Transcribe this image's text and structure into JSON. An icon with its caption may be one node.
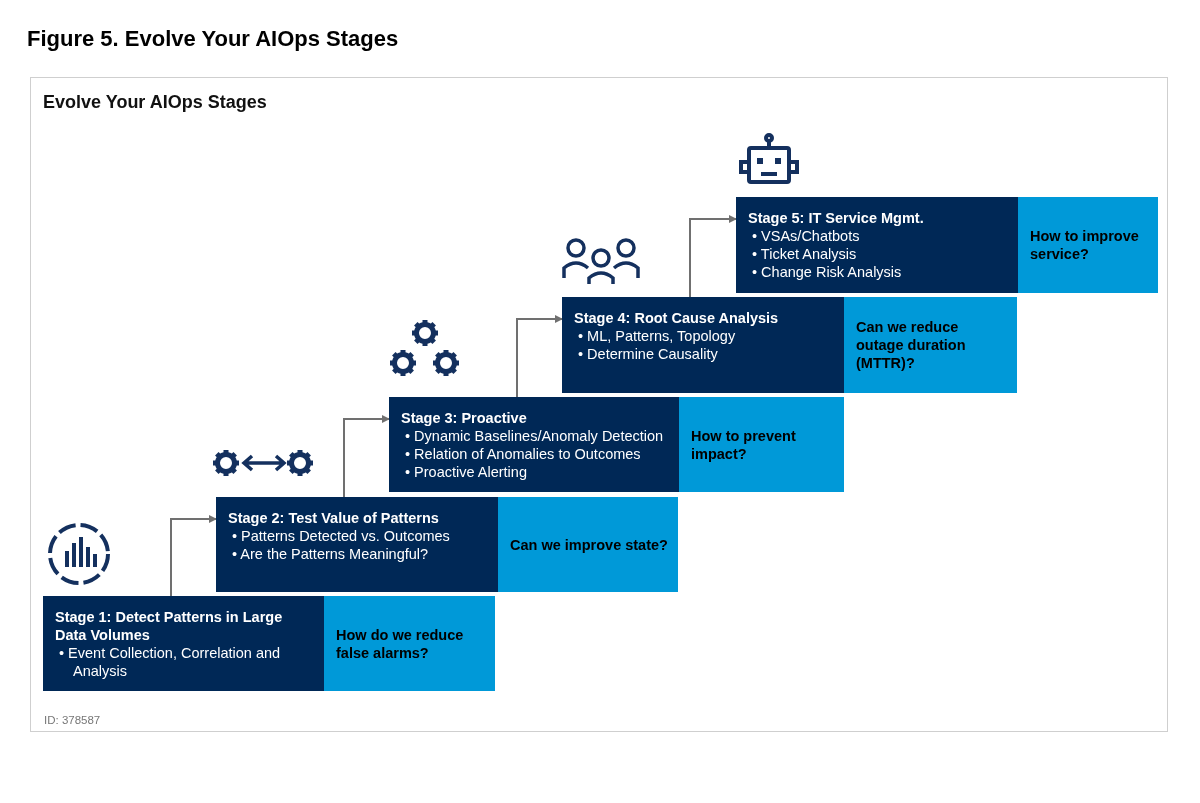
{
  "diagram": {
    "title": "Figure 5. Evolve Your AIOps Stages",
    "nodes": [
      {
        "text": [
          "Evolve Your AIOps Stages"
        ]
      },
      {
        "text": [
          "Stage 1: Detect Patterns in Large Data Volumes",
          "• Event Collection, Correlation and Analysis"
        ],
        "in": 0
      },
      {
        "text": [
          "How do we reduce false alarms?"
        ],
        "in": 0
      },
      {
        "text": [
          "Stage 2: Test Value of Patterns",
          "• Patterns Detected vs. Outcomes",
          "• Are the Patterns Meaningful?"
        ],
        "in": 0
      },
      {
        "text": [
          "Can we improve state?"
        ],
        "in": 0
      },
      {
        "text": [
          "Stage 3: Proactive",
          "• Dynamic Baselines/Anomaly Detection",
          "• Relation of Anomalies to Outcomes",
          "• Proactive Alerting"
        ],
        "in": 0
      },
      {
        "text": [
          "How to prevent impact?"
        ],
        "in": 0
      },
      {
        "text": [
          "Stage 4: Root Cause Analysis",
          "• ML, Patterns, Topology",
          "• Determine Causality"
        ],
        "in": 0
      },
      {
        "text": [
          "Can we reduce outage duration (MTTR)?"
        ],
        "in": 0
      },
      {
        "text": [
          "Stage 5: IT Service Mgmt.",
          "• VSAs/Chatbots",
          "• Ticket Analysis",
          "• Change Risk Analysis"
        ],
        "in": 0
      },
      {
        "text": [
          "How to improve service?"
        ],
        "in": 0
      }
    ],
    "edges": [
      {
        "from": 1,
        "to": 3,
        "arrow": "to"
      },
      {
        "from": 3,
        "to": 5,
        "arrow": "to"
      },
      {
        "from": 5,
        "to": 7,
        "arrow": "to"
      },
      {
        "from": 7,
        "to": 9,
        "arrow": "to"
      }
    ],
    "labels": [
      "ID: 378587"
    ]
  }
}
